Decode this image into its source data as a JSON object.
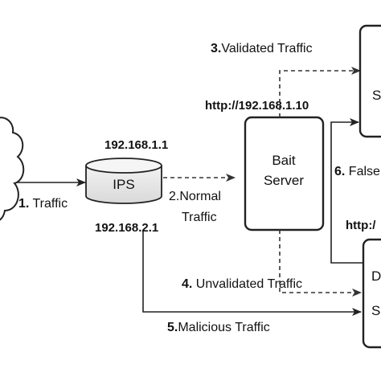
{
  "nodes": {
    "ips": {
      "label": "IPS"
    },
    "bait_server": {
      "line1": "Bait",
      "line2": "Server"
    },
    "right_server_top": {
      "partial_label": "S"
    },
    "right_server_bottom": {
      "partial_label_1": "D",
      "partial_label_2": "S"
    }
  },
  "addresses": {
    "ips_top": "192.168.1.1",
    "ips_bottom": "192.168.2.1",
    "bait_server": "http://192.168.1.10",
    "right_bottom_partial": "http:/"
  },
  "flows": {
    "traffic": {
      "num": "1.",
      "text": " Traffic"
    },
    "normal_traffic": {
      "line1": "2.Normal",
      "line2": "Traffic"
    },
    "validated_traffic": {
      "num": "3.",
      "text": "Validated Traffic"
    },
    "unvalidated_traffic": {
      "num": "4.",
      "text": " Unvalidated Traffic"
    },
    "malicious_traffic": {
      "num": "5.",
      "text": "Malicious Traffic"
    },
    "false_partial": {
      "num": "6.",
      "text": " False"
    }
  }
}
